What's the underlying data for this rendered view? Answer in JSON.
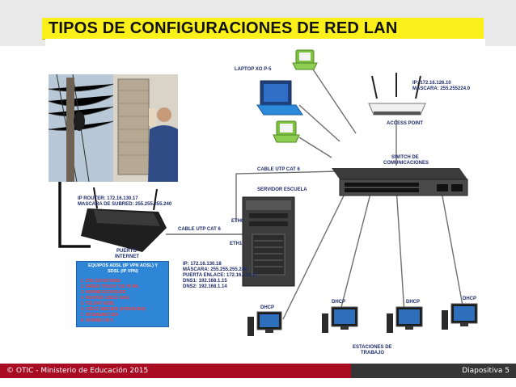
{
  "slide": {
    "title": "TIPOS DE CONFIGURACIONES DE RED LAN",
    "colors": {
      "title_bg": "#fbf019",
      "footer_left": "#a80b22",
      "footer_right": "#353535",
      "equip_box": "#2f86d6"
    }
  },
  "diagram": {
    "laptop_label": "LAPTOP XO P-5",
    "ap_info": [
      "IP: 172.16.126.10",
      "MÁSCARA: 255.255224.0"
    ],
    "access_point_label": "ACCESS POINT",
    "switch_label": [
      "SWITCH DE",
      "COMUNICACIONES"
    ],
    "cable_switch_label": "CABLE UTP CAT 6",
    "server_label": "SERVIDOR ESCUELA",
    "eth0_label": "ETH0",
    "eth1_label": "ETH1",
    "cable_router_label": "CABLE UTP CAT 6",
    "router_info": [
      "IP ROUTER: 172.16.130.17",
      "MASCARA DE SUBRED: 255.255.255.240"
    ],
    "internet_label": [
      "PUERTO",
      "INTERNET"
    ],
    "server_info": [
      "IP: 172.16.130.18",
      "MÁSCARA: 255.255.255.248",
      "PUERTA ENLACE: 172.16.130.17",
      "DNS1: 192.168.1.15",
      "DNS2: 192.168.1.14"
    ],
    "dhcp_label": "DHCP",
    "workstations_label": [
      "ESTACIONES DE",
      "TRABAJO"
    ],
    "equipment": {
      "heading": [
        "EQUIPOS ADSL (IP VPN AOSL) Y",
        "SDSL (IP VPN)"
      ],
      "items": [
        "1. ZTE ZXV10 W300",
        "2. SPEED TOUCH 716 V5 WL",
        "3. HUAWEI ECHOLIFE",
        "4. ROUTER CISCO 1841",
        "5. TELDAT ADSL",
        "6. CISCO 892/1905 (ATRAN 854)",
        "7. NTSAMANT 834",
        "8. HUAWEI 1971"
      ]
    }
  },
  "footer": {
    "left": "© OTIC - Ministerio de Educación 2015",
    "right": "Diapositiva 5"
  }
}
